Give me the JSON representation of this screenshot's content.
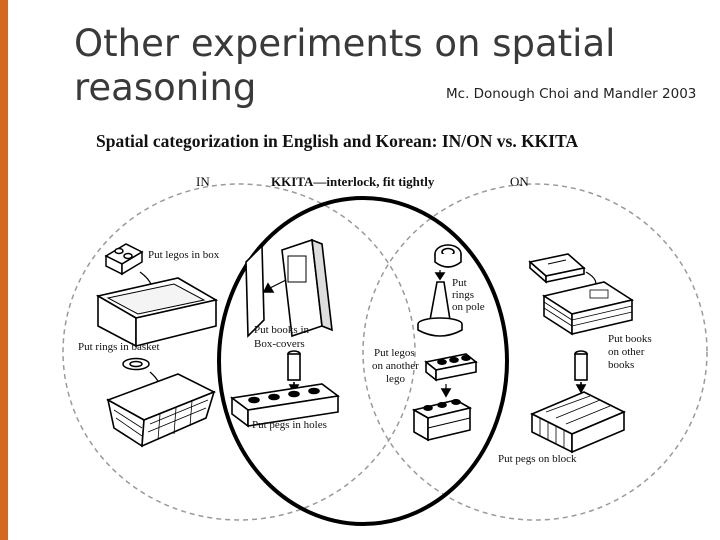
{
  "slide": {
    "title_line1": "Other experiments on spatial",
    "title_line2": "reasoning",
    "citation": "Mc. Donough Choi and Mandler 2003",
    "accent_color": "#d2691e"
  },
  "figure": {
    "caption": "Spatial categorization in English and Korean: IN/ON vs. KKITA",
    "headers": {
      "in": "IN",
      "kkita": "KKITA—interlock, fit tightly",
      "on": "ON"
    },
    "labels": {
      "legos_in_box": "Put legos in box",
      "rings_in_basket": "Put rings in basket",
      "books_box_covers_1": "Put books in",
      "books_box_covers_2": "Box-covers",
      "pegs_in_holes": "Put pegs in holes",
      "rings_on_pole_1": "Put",
      "rings_on_pole_2": "rings",
      "rings_on_pole_3": "on pole",
      "legos_on_lego_1": "Put legos",
      "legos_on_lego_2": "on another",
      "legos_on_lego_3": "lego",
      "books_on_books_1": "Put books",
      "books_on_books_2": "on other",
      "books_on_books_3": "books",
      "pegs_on_block": "Put pegs on block"
    }
  }
}
